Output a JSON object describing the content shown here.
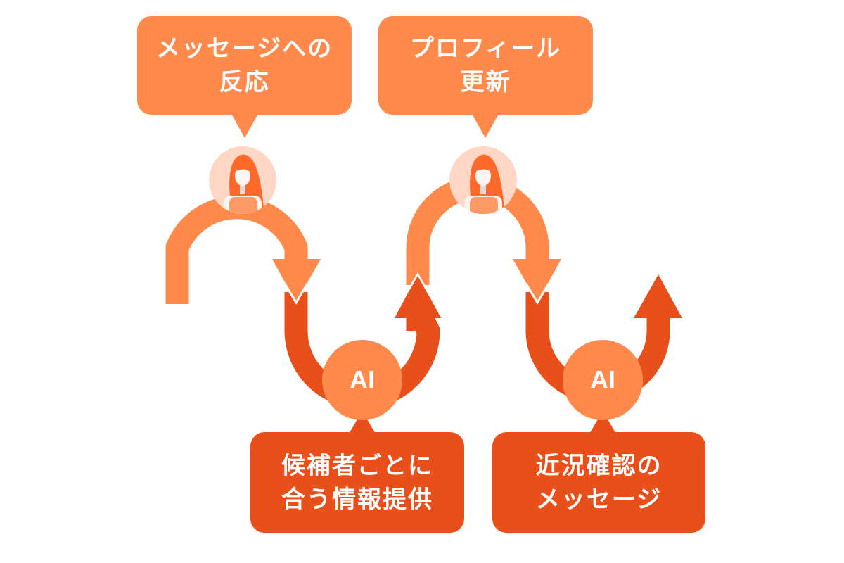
{
  "colors": {
    "light_orange": "#FF8A4C",
    "dark_orange": "#E8501B",
    "avatar_bg": "#FFD7C4",
    "hair": "#FF6A2A"
  },
  "top_bubbles": [
    {
      "line1": "メッセージへの",
      "line2": "反応"
    },
    {
      "line1": "プロフィール",
      "line2": "更新"
    }
  ],
  "bottom_bubbles": [
    {
      "line1": "候補者ごとに",
      "line2": "合う情報提供"
    },
    {
      "line1": "近況確認の",
      "line2": "メッセージ"
    }
  ],
  "ai_nodes": [
    {
      "label": "AI"
    },
    {
      "label": "AI"
    }
  ],
  "person_nodes": [
    {
      "icon": "woman-avatar-icon"
    },
    {
      "icon": "woman-avatar-icon"
    }
  ]
}
